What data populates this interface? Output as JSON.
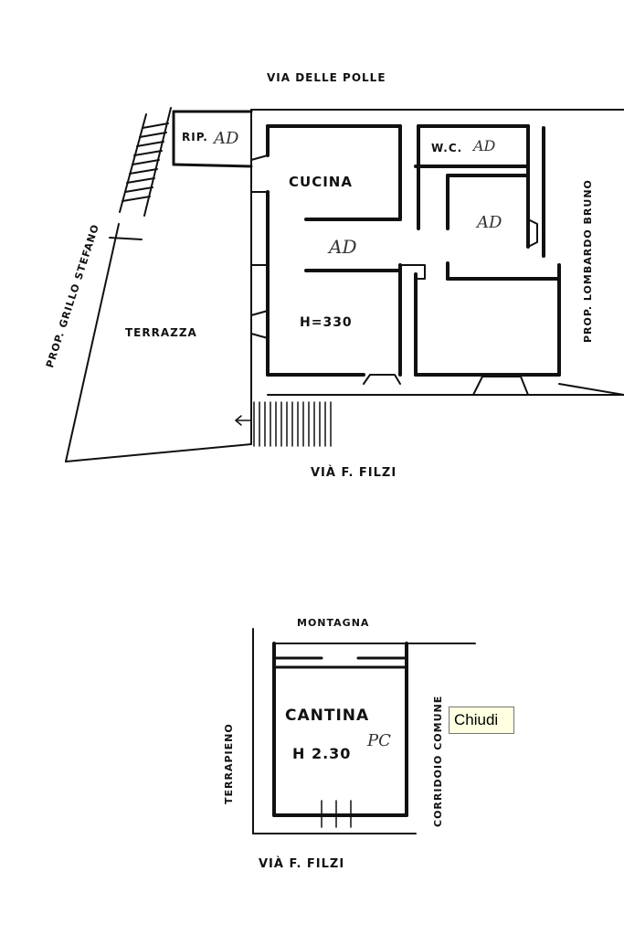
{
  "floor_plan": {
    "ground_floor": {
      "street_top": "VIA DELLE POLLE",
      "street_bottom": "VIÀ  F. FILZI",
      "left_neighbor": "PROP. GRILLO STEFANO",
      "right_neighbor": "PROP. LOMBARDO BRUNO",
      "rooms": {
        "rip": "RIP.",
        "cucina": "CUCINA",
        "wc": "W.C.",
        "terrazza": "TERRAZZA",
        "height": "H=330"
      },
      "handwritten": {
        "rip_note": "AD",
        "wc_note": "AD",
        "hall_note": "AD",
        "room_note": "AD"
      }
    },
    "cellar": {
      "north": "MONTAGNA",
      "west": "TERRAPIENO",
      "east": "CORRIDOIO COMUNE",
      "south": "VIÀ  F. FILZI",
      "room_name": "CANTINA",
      "room_height": "H 2.30",
      "handwritten_note": "PC"
    }
  },
  "tooltip": {
    "close_label": "Chiudi"
  }
}
